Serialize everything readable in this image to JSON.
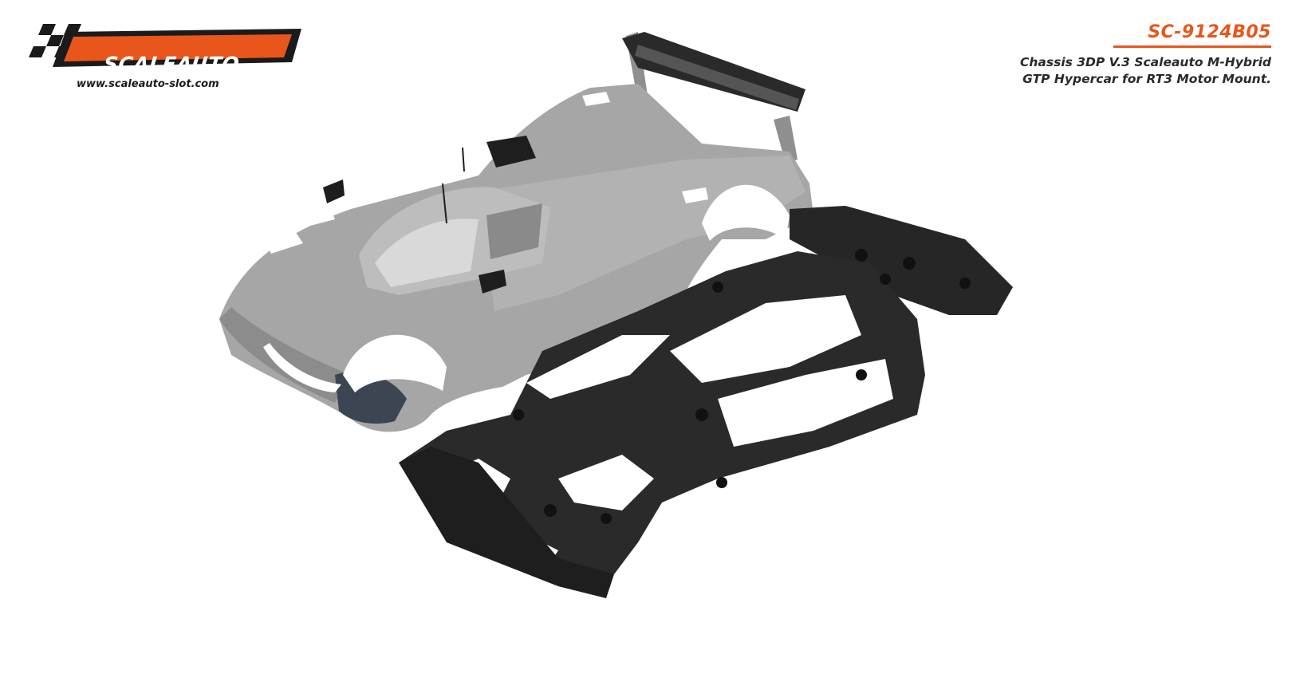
{
  "brand": {
    "name": "SCALEAUTO",
    "website": "www.scaleauto-slot.com",
    "accent_color": "#e8561c",
    "dark_color": "#1b1b1b"
  },
  "product": {
    "sku": "SC-9124B05",
    "description_lines": [
      "Chassis 3DP V.3 Scaleauto M-Hybrid",
      "GTP Hypercar for RT3 Motor Mount."
    ]
  },
  "illustration": {
    "body_color": "#a6a6a6",
    "chassis_color": "#262626"
  }
}
